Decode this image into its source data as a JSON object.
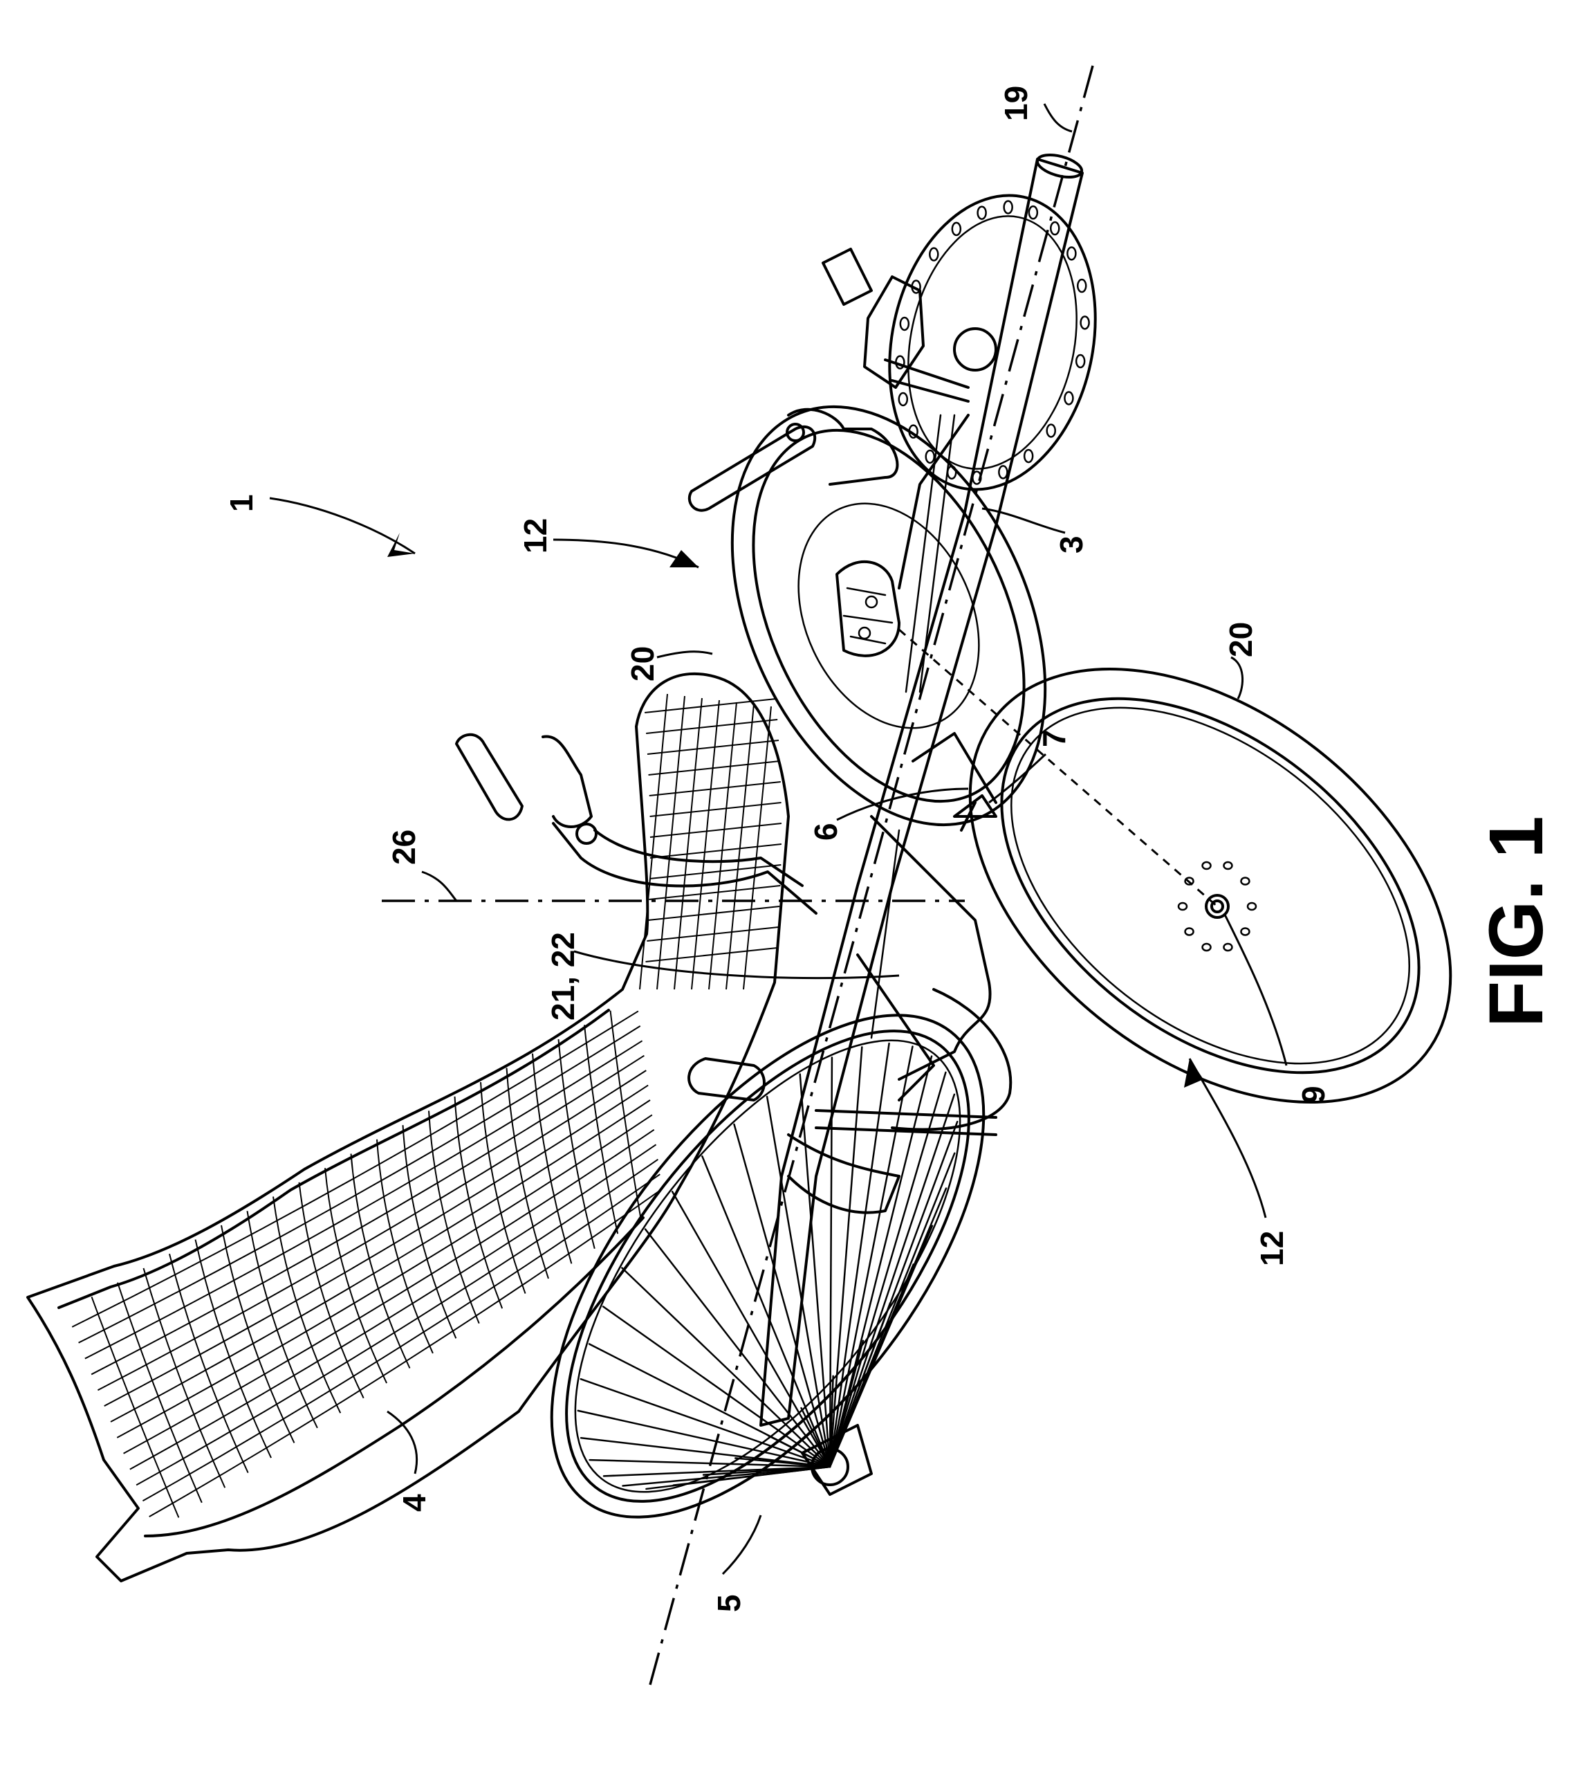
{
  "figure": {
    "caption": "FIG. 1",
    "labels": {
      "trike": "1",
      "frame": "3",
      "seat": "4",
      "rear_wheel": "5",
      "part_6": "6",
      "part_7": "7",
      "hub": "9",
      "front_wheel_upper": "12",
      "front_wheel_lower": "12",
      "axis_long": "19",
      "tire_upper": "20",
      "tire_lower": "20",
      "steering": "21, 22",
      "axis_vertical": "26"
    }
  }
}
